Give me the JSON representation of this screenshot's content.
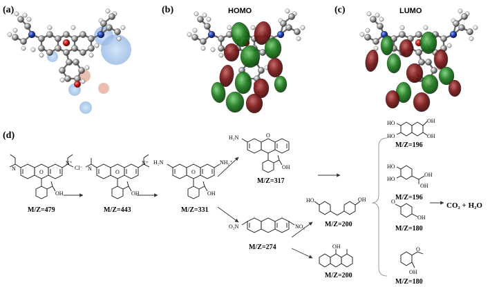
{
  "panels": {
    "a": "(a)",
    "b": "(b)",
    "c": "(c)",
    "d": "(d)"
  },
  "orbitals": {
    "homo": "HOMO",
    "lumo": "LUMO"
  },
  "pathway": {
    "mz_479": "M/Z=479",
    "mz_443": "M/Z=443",
    "mz_331": "M/Z=331",
    "mz_317": "M/Z=317",
    "mz_274": "M/Z=274",
    "mz_200a": "M/Z=200",
    "mz_200b": "M/Z=200",
    "mz_196a": "M/Z=196",
    "mz_196b": "M/Z=196",
    "mz_180a": "M/Z=180",
    "mz_180b": "M/Z=180",
    "final_product": "CO₂ + H₂O"
  },
  "atom_labels": {
    "n": "N",
    "n_plus": "N⁺",
    "cl": "Cl⁻",
    "h2n": "H₂N",
    "nh2": "NH₂",
    "nh2_plus": "NH₂⁺",
    "o": "O",
    "oh": "OH",
    "ho": "HO",
    "o2n": "O₂N",
    "no2": "NO₂"
  },
  "colors": {
    "orbital_red": "#7a1818",
    "orbital_green": "#1e7a1e",
    "carbon_gray": "#8a8a8a",
    "oxygen_red": "#c81414",
    "nitrogen_blue": "#1f3fb0",
    "highlight_blue": "#a9c8ee",
    "highlight_orange": "#e5b4a2"
  }
}
